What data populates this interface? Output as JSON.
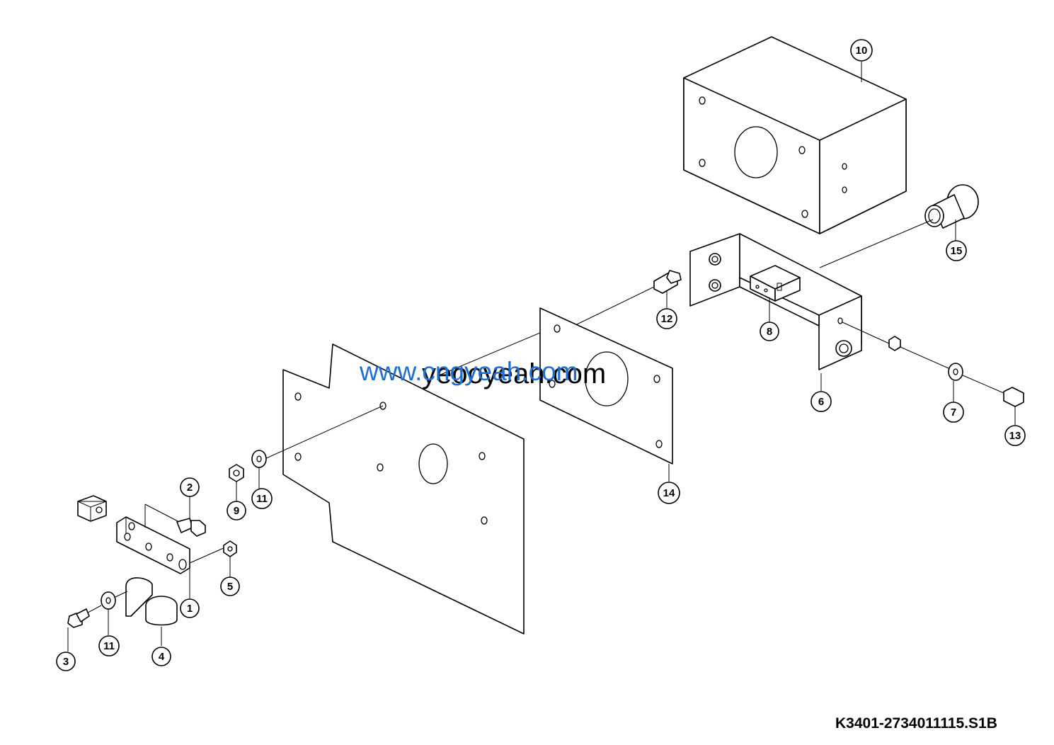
{
  "drawing": {
    "code": "K3401-2734011115.S1B"
  },
  "watermarks": {
    "blue": "www.cngyeah.com",
    "black": "yeooyeah.com"
  },
  "callouts": [
    {
      "label": "10"
    },
    {
      "label": "15"
    },
    {
      "label": "12"
    },
    {
      "label": "8"
    },
    {
      "label": "6"
    },
    {
      "label": "7"
    },
    {
      "label": "13"
    },
    {
      "label": "14"
    },
    {
      "label": "9"
    },
    {
      "label": "11"
    },
    {
      "label": "2"
    },
    {
      "label": "5"
    },
    {
      "label": "1"
    },
    {
      "label": "3"
    },
    {
      "label": "11"
    },
    {
      "label": "4"
    }
  ]
}
